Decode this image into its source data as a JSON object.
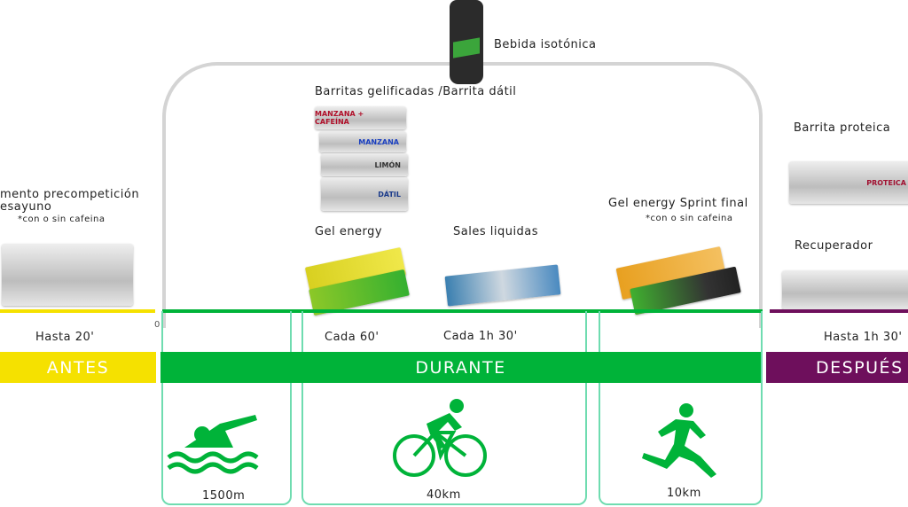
{
  "colors": {
    "antes": "#f5e100",
    "durante": "#00b339",
    "despues": "#6e0f5c",
    "outline": "#d4d4d4",
    "box": "#6fdcb0"
  },
  "top": {
    "bebida": "Bebida isotónica"
  },
  "antes": {
    "title": "mento precompetición",
    "title2": "esayuno",
    "note": "*con o sin cafeina",
    "time": "Hasta 20'",
    "label": "ANTES",
    "zero": "0"
  },
  "durante": {
    "barritas": "Barritas gelificadas /Barrita dátil",
    "flavors": [
      "MANZANA + CAFEÍNA",
      "MANZANA",
      "LIMÓN",
      "DÁTIL"
    ],
    "gel": "Gel energy",
    "gel_time": "Cada 60'",
    "sales": "Sales liquidas",
    "sales_time": "Cada 1h 30'",
    "sprint": "Gel energy Sprint final",
    "sprint_note": "*con o sin cafeina",
    "label": "DURANTE"
  },
  "despues": {
    "barrita": "Barrita proteica",
    "barrita_flavor": "PROTEICA",
    "recuperador": "Recuperador",
    "time": "Hasta 1h 30'",
    "label": "DESPUÉS"
  },
  "sports": [
    {
      "icon": "swimmer-icon",
      "distance": "1500m"
    },
    {
      "icon": "cyclist-icon",
      "distance": "40km"
    },
    {
      "icon": "runner-icon",
      "distance": "10km"
    }
  ]
}
